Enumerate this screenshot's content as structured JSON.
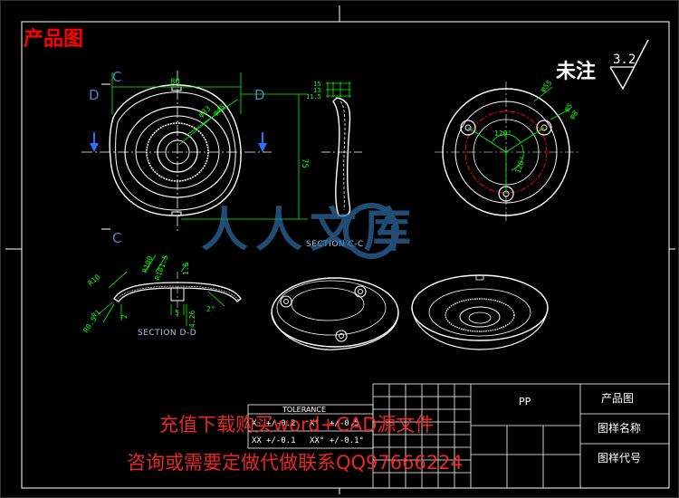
{
  "header": {
    "title": "产品图",
    "note": "未注",
    "roughness": "3.2"
  },
  "colors": {
    "background": "#000000",
    "line": "#ffffff",
    "dimension": "#00ff00",
    "accent": "#ff0000",
    "label": "#4f84c4",
    "section_text": "#a7c7e7",
    "watermark": "#2f6ea7",
    "promo_text": "#ff2a2a"
  },
  "view_a": {
    "label_c_top": "C",
    "label_c_bottom": "C",
    "label_d_left": "D",
    "label_d_right": "D",
    "dim_width": "80",
    "dim_height": "75",
    "dim_dia1": "φ33",
    "dim_dia2": "φ45"
  },
  "section_cc": {
    "label": "SECTION C-C",
    "dim_15": "15",
    "dim_13": "13",
    "dim_115": "11.5"
  },
  "view_b": {
    "dim_dia55": "φ55",
    "dim_dia5": "φ5",
    "dim_dia8": "φ8",
    "angle_a": "120°",
    "angle_b": "120°"
  },
  "section_dd": {
    "label": "SECTION D-D",
    "dim_r10": "R10",
    "dim_r100": "R100",
    "dim_r1015": "R101.5",
    "dim_15": "1.5",
    "dim_r1": "R1",
    "dim_r05": "R0.5",
    "dim_2": "2",
    "dim_5": "5",
    "dim_426": "4.26",
    "dim_2deg": "2°"
  },
  "tolerance": {
    "title": "TOLERANCE",
    "rows": [
      [
        "X",
        "+/-0.2",
        "X°",
        "+/-0.5"
      ],
      [
        "XX",
        "+/-0.1",
        "XX°",
        "+/-0.1°"
      ]
    ]
  },
  "title_block": {
    "material": "PP",
    "product_label": "产品图",
    "name_label": "图样名称",
    "code_label": "图样代号"
  },
  "watermark": {
    "text": "人人文库"
  },
  "promo": {
    "line1": "充值下载购买word+CAD源文件",
    "line2": "咨询或需要定做代做联系QQ97666224"
  }
}
